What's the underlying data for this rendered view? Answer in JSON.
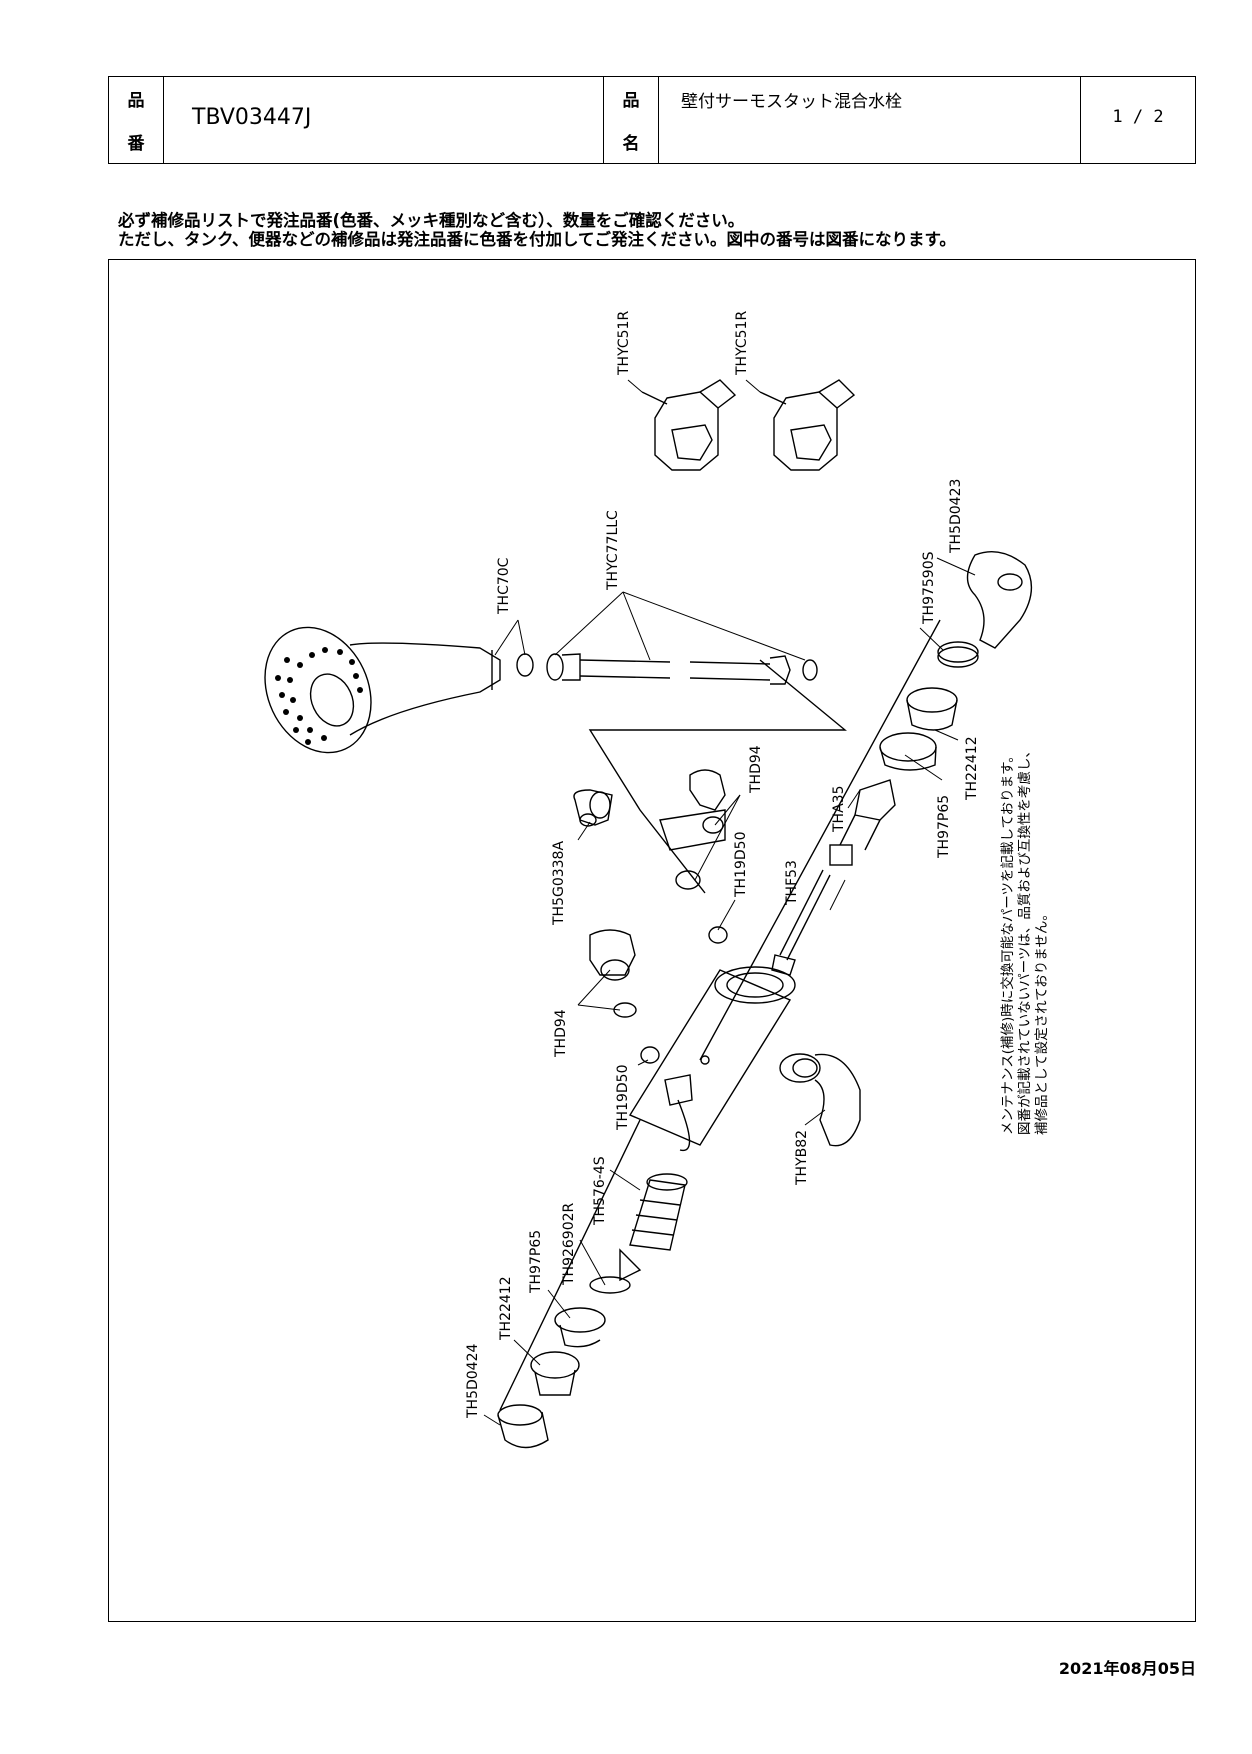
{
  "header": {
    "part_label_1": "品",
    "part_label_2": "番",
    "part_number": "TBV03447J",
    "name_label_1": "品",
    "name_label_2": "名",
    "product_name": "壁付サーモスタット混合水栓",
    "page": "1 / 2"
  },
  "notice": {
    "line1": "必ず補修品リストで発注品番(色番、メッキ種別など含む）、数量をご確認ください。",
    "line2": "ただし、タンク、便器などの補修品は発注品番に色番を付加してご発注ください。図中の番号は図番になります。"
  },
  "parts": {
    "thyc51r_a": "THYC51R",
    "thyc51r_b": "THYC51R",
    "th5d0423": "TH5D0423",
    "thyc77llc": "THYC77LLC",
    "thc70c": "THC70C",
    "th97590s": "TH97590S",
    "th22412_right": "TH22412",
    "th97p65_right": "TH97P65",
    "tha35": "THA35",
    "thd94_top": "THD94",
    "th19d50_top": "TH19D50",
    "thf53": "THF53",
    "th5g0338a": "TH5G0338A",
    "thd94_left": "THD94",
    "th19d50_left": "TH19D50",
    "thyb82": "THYB82",
    "th576_4s": "TH576-4S",
    "th926902r": "TH926902R",
    "th97p65_left": "TH97P65",
    "th22412_left": "TH22412",
    "th5d0424": "TH5D0424"
  },
  "maintenance_note": {
    "line1": "メンテナンス(補修)時に交換可能なパーツを記載しております。",
    "line2": "図番が記載されていないパーツは、品質および互換性を考慮し、",
    "line3": "補修品として設定されておりません。"
  },
  "date": "2021年08月05日"
}
